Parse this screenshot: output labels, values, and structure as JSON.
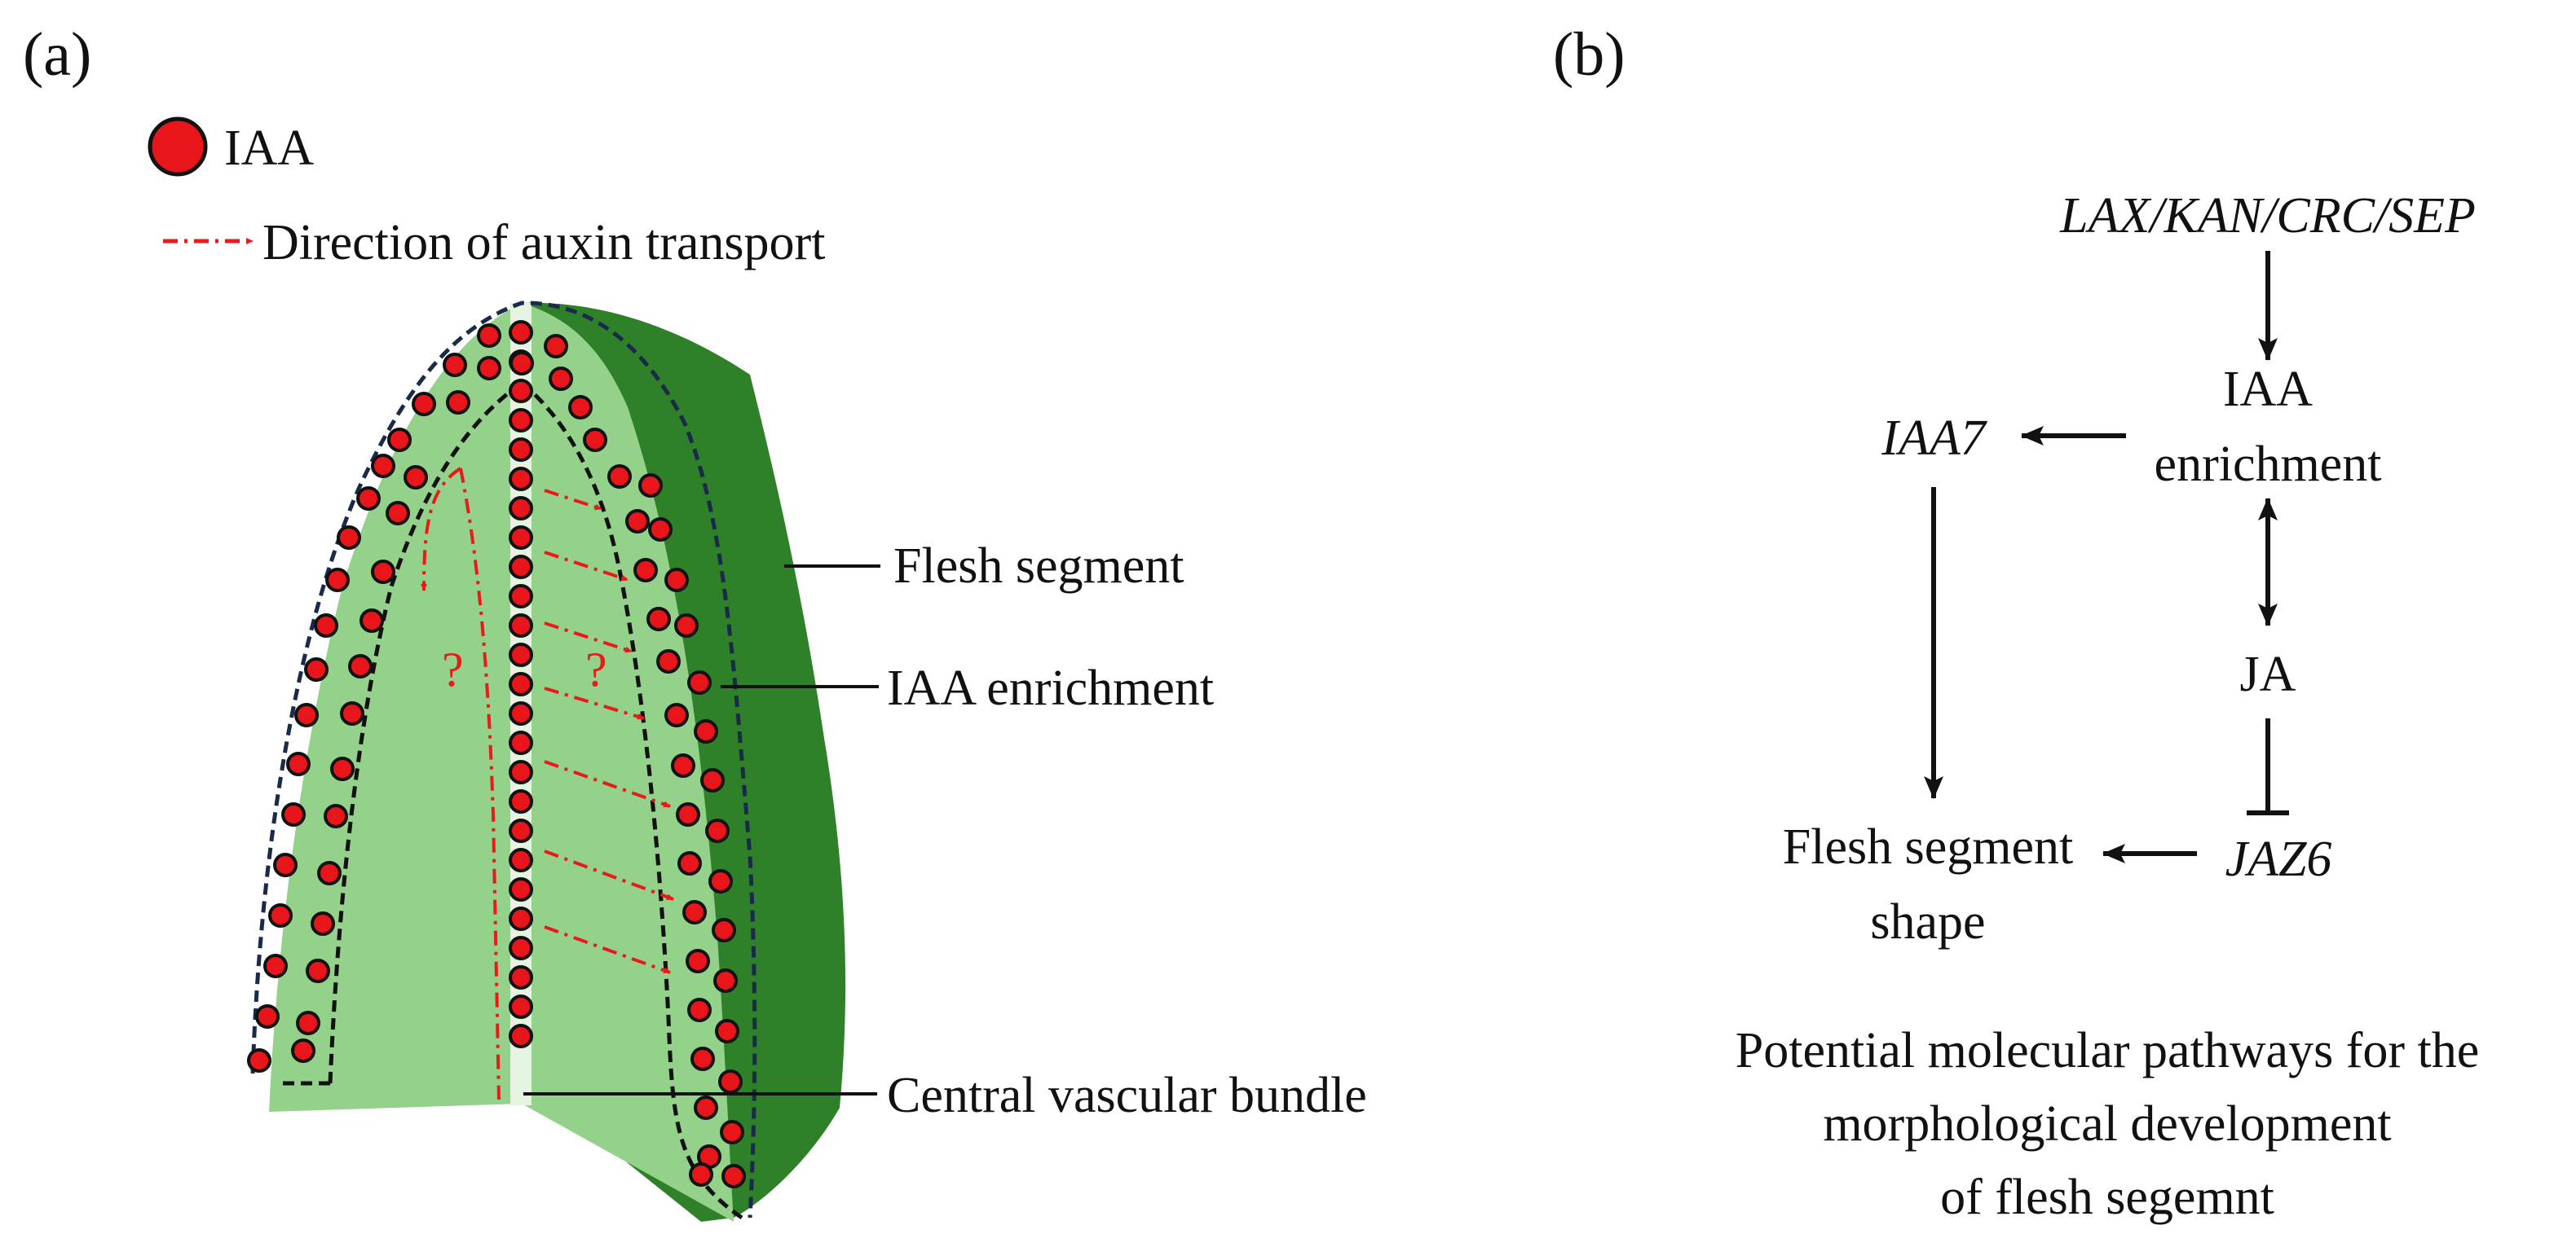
{
  "panel_a": {
    "label": "(a)",
    "legend": {
      "iaa_label": "IAA",
      "transport_label": "Direction of auxin transport"
    },
    "question_marks": [
      "?",
      "?"
    ],
    "callouts": {
      "flesh_segment": "Flesh segment",
      "iaa_enrichment": "IAA enrichment",
      "central_vascular_bundle": "Central vascular bundle"
    }
  },
  "panel_b": {
    "label": "(b)",
    "nodes": {
      "upstream": "LAX/KAN/CRC/SEP",
      "iaa_line1": "IAA",
      "iaa_line2": "enrichment",
      "iaa7": "IAA7",
      "ja": "JA",
      "jaz6": "JAZ6",
      "shape_line1": "Flesh segment",
      "shape_line2": "shape"
    },
    "caption": [
      "Potential molecular pathways for the",
      "morphological development",
      "of flesh segemnt"
    ]
  },
  "colors": {
    "light_green": "#94d18a",
    "dark_green": "#2e8128",
    "dot_red": "#e8151b",
    "arrow_red": "#e81b1b",
    "outline_navy": "#1b2a4a",
    "ink": "#111111"
  }
}
